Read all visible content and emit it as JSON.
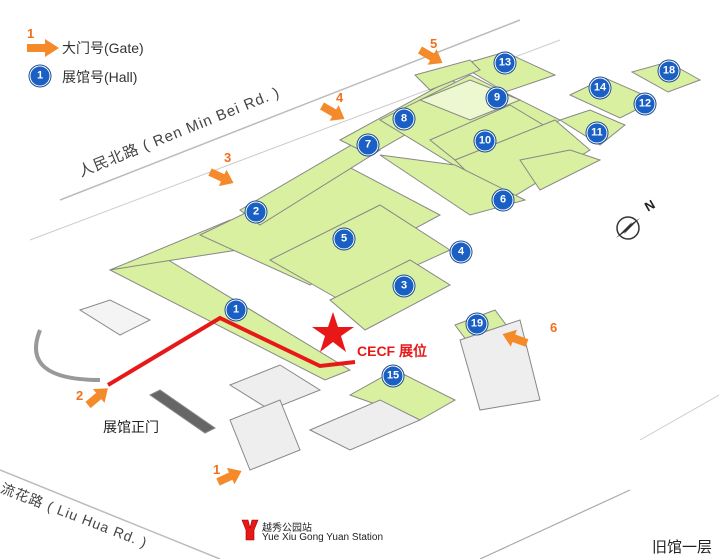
{
  "legend": {
    "gate_sample_number": "1",
    "gate_label": "大门号(Gate)",
    "hall_sample_number": "1",
    "hall_label": "展馆号(Hall)"
  },
  "roads": {
    "north": "人民北路 ( Ren Min Bei Rd. )",
    "west": "流花路 ( Liu Hua Rd. )"
  },
  "halls": [
    "1",
    "2",
    "3",
    "4",
    "5",
    "6",
    "7",
    "8",
    "9",
    "10",
    "11",
    "12",
    "13",
    "14",
    "15",
    "18",
    "19"
  ],
  "gates": [
    "1",
    "2",
    "3",
    "4",
    "5",
    "6"
  ],
  "booth_label": "CECF 展位",
  "main_entrance_label": "展馆正门",
  "compass_label": "N",
  "station": {
    "name_cn": "越秀公园站",
    "name_en": "Yue Xiu Gong Yuan Station"
  },
  "floor_label": "旧馆一层",
  "colors": {
    "hall_fill": "#d8f0a0",
    "hall_marker": "#1a5fc4",
    "gate_arrow": "#f58a2a",
    "route": "#e81818"
  }
}
